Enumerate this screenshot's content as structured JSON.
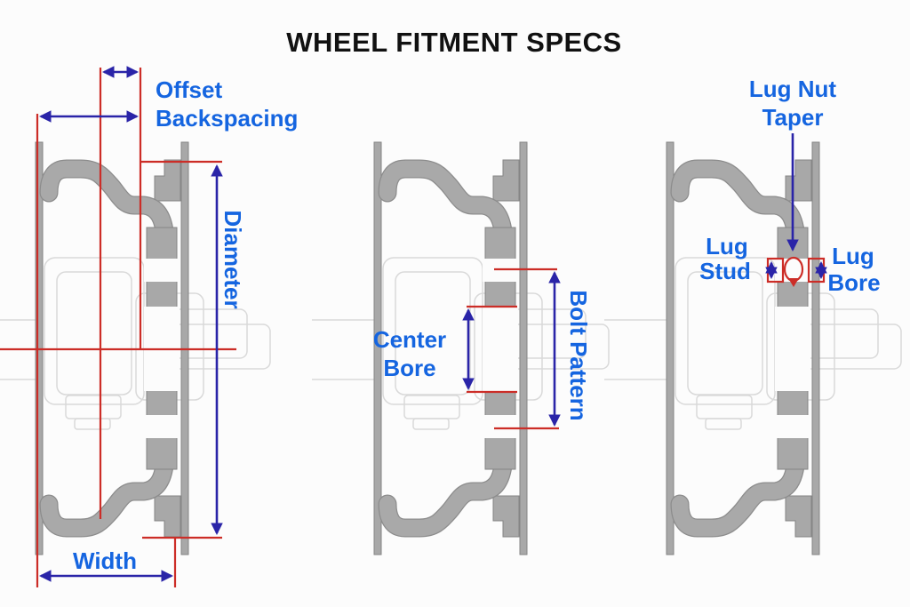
{
  "title": "WHEEL FITMENT SPECS",
  "colors": {
    "label_blue": "#1565e0",
    "arrow_navy": "#2a24a8",
    "measure_red": "#cc2d27",
    "wheel_gray": "#a8a8a8",
    "wheel_outline": "#858585",
    "ghost_gray": "#d9d9d9",
    "title_black": "#111111",
    "background": "#fcfcfc"
  },
  "wheel_left": {
    "offset": "Offset",
    "backspacing": "Backspacing",
    "diameter": "Diameter",
    "width": "Width"
  },
  "wheel_middle": {
    "center_bore": [
      "Center",
      "Bore"
    ],
    "bolt_pattern": "Bolt Pattern"
  },
  "wheel_right": {
    "lug_nut_taper": [
      "Lug Nut",
      "Taper"
    ],
    "lug_stud": [
      "Lug",
      "Stud"
    ],
    "lug_bore": [
      "Lug",
      "Bore"
    ]
  }
}
